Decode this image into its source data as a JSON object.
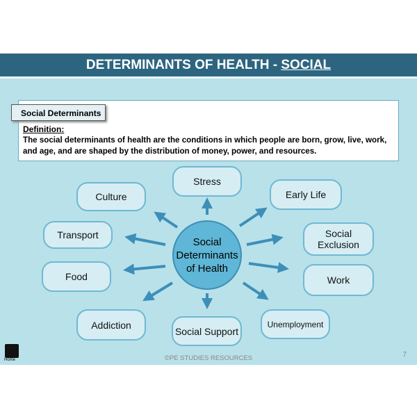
{
  "header": {
    "title": "DETERMINANTS OF HEALTH - ",
    "title_emphasis": "SOCIAL"
  },
  "definition": {
    "tag": "Social Determinants",
    "label": "Definition:",
    "text": "The social determinants of health are the conditions in which people are born, grow, live, work, and age, and are shaped by the distribution of money, power, and resources."
  },
  "center": "Social Determinants of Health",
  "nodes": {
    "stress": "Stress",
    "culture": "Culture",
    "early_life": "Early Life",
    "transport": "Transport",
    "social_exclusion": "Social Exclusion",
    "food": "Food",
    "work": "Work",
    "addiction": "Addiction",
    "social_support": "Social Support",
    "unemployment": "Unemployment"
  },
  "footer": {
    "copyright": "©PE STUDIES RESOURCES",
    "page": "7",
    "home": "Home"
  },
  "colors": {
    "header": "#2d6580",
    "background": "#b9e1ea",
    "arrow": "#3d8fb8"
  }
}
